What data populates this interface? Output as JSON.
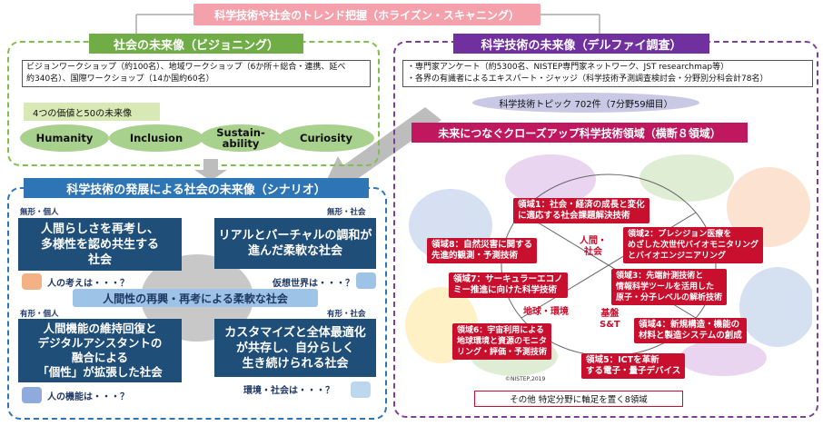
{
  "banner": "科学技術や社会のトレンド把握（ホライズン・スキャニング）",
  "left": {
    "title": "社会の未来像（ビジョニング）",
    "info_line1": "ビジョンワークショップ（約100名）、地域ワークショップ（6か所＋総合・連携、延べ",
    "info_line2": "約340名）、国際ワークショップ（14か国約60名）",
    "values_label": "4つの価値と50の未来像",
    "values": [
      "Humanity",
      "Inclusion",
      "Sustain-ability",
      "Curiosity"
    ],
    "value_sustain_1": "Sustain-",
    "value_sustain_2": "ability"
  },
  "right": {
    "title": "科学技術の未来像（デルファイ調査）",
    "info_line1": "・専門家アンケート（約5300名、NISTEP専門家ネットワーク、JST researchmap等）",
    "info_line2": "・各界の有識者によるエキスパート・ジャッジ（科学技術予測調査検討会・分野別分科会計78名）",
    "topics": "科学技術トピック 702件（7分野59細目）",
    "closeup_title": "未来につなぐクローズアップ科学技術領域（横断８領域）",
    "center_human": "人間・\n社会",
    "center_earth": "地球・環境",
    "center_base": "基盤\nS&T",
    "domains": {
      "d1": "領域1：社会・経済の成長と変化\nに適応する社会課題解決技術",
      "d2": "領域2：プレシジョン医療を\nめざした次世代バイオモニタリング\nとバイオエンジニアリング",
      "d3": "領域3：先端計測技術と\n情報科学ツールを活用した\n原子・分子レベルの解析技術",
      "d4": "領域4：新規構造・機能の\n材料と製造システムの創成",
      "d5": "領域5：ICTを革新\nする電子・量子デバイス",
      "d6": "領域6：宇宙利用による\n地球環境と資源のモニタ\nリング・評価・予測技術",
      "d7": "領域7：サーキュラーエコノ\nミー推進に向けた科学技術",
      "d8": "領域8：自然災害に関する\n先進的観測・予測技術"
    },
    "copyright": "©NISTEP,2019",
    "others": "その他 特定分野に軸足を置く8領域"
  },
  "scenario": {
    "title": "科学技術の発展による社会の未来像（シナリオ）",
    "center": "人間性の再興・再考による柔軟な社会",
    "tl_tag": "無形・個人",
    "tl_text": "人間らしさを再考し、\n多様性を認め共生する\n社会",
    "tl_q": "人の考えは・・・？",
    "tr_tag": "無形・社会",
    "tr_text": "リアルとバーチャルの調和が\n進んだ柔軟な社会",
    "tr_q": "仮想世界は・・・？",
    "bl_tag": "有形・個人",
    "bl_text": "人間機能の維持回復と\nデジタルアシスタントの\n融合による\n「個性」が拡張した社会",
    "bl_q": "人の機能は・・・？",
    "br_tag": "有形・社会",
    "br_text": "カスタマイズと全体最適化\nが共存し、自分らしく\n生き続けられる社会",
    "br_q": "環境・社会は・・・？"
  },
  "colors": {
    "green": "#70ad47",
    "purple": "#7030a0",
    "blue": "#2e75b6",
    "navy": "#1f4e79",
    "crimson": "#c8102e",
    "magenta": "#c0185f"
  }
}
